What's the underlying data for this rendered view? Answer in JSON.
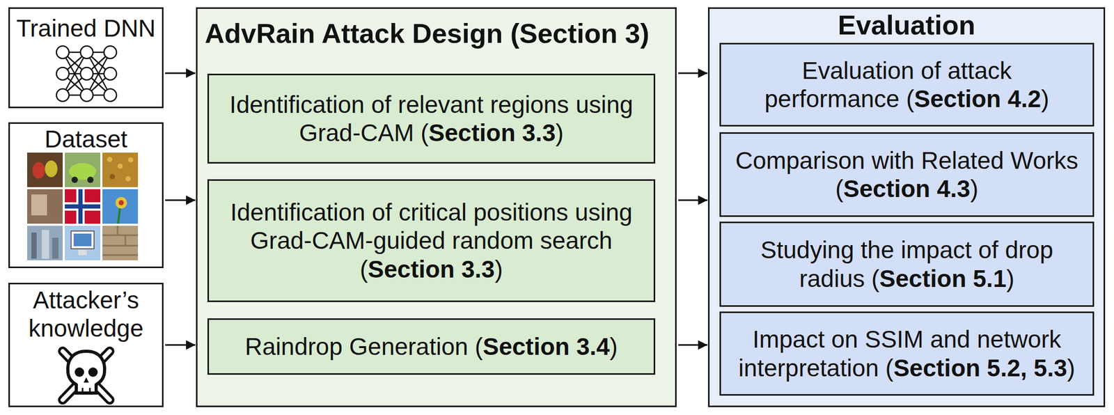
{
  "diagram": {
    "nodes": [
      {
        "text": [
          "Trained DNN"
        ]
      },
      {
        "text": [
          "Dataset"
        ]
      },
      {
        "text": [
          "Attacker’s knowledge"
        ]
      },
      {
        "text": [
          "AdvRain Attack Design (Section 3)"
        ]
      },
      {
        "text": [
          "Identification of relevant regions using Grad-CAM (Section 3.3)"
        ],
        "in": 3
      },
      {
        "text": [
          "Identification of critical positions using Grad-CAM-guided random search (Section 3.3)"
        ],
        "in": 3
      },
      {
        "text": [
          "Raindrop Generation (Section 3.4)"
        ],
        "in": 3
      },
      {
        "text": [
          "Evaluation"
        ]
      },
      {
        "text": [
          "Evaluation of attack performance (Section 4.2)"
        ],
        "in": 7
      },
      {
        "text": [
          "Comparison with Related Works (Section 4.3)"
        ],
        "in": 7
      },
      {
        "text": [
          "Studying the impact of drop radius (Section 5.1)"
        ],
        "in": 7
      },
      {
        "text": [
          "Impact on SSIM and network interpretation (Section 5.2, 5.3)"
        ],
        "in": 7
      }
    ],
    "edges": [
      {
        "from": 0,
        "to": 3,
        "arrow": "to"
      },
      {
        "from": 1,
        "to": 3,
        "arrow": "to"
      },
      {
        "from": 2,
        "to": 3,
        "arrow": "to"
      },
      {
        "from": 3,
        "to": 7,
        "arrow": "to"
      },
      {
        "from": 3,
        "to": 7,
        "arrow": "to"
      },
      {
        "from": 3,
        "to": 7,
        "arrow": "to"
      }
    ]
  }
}
